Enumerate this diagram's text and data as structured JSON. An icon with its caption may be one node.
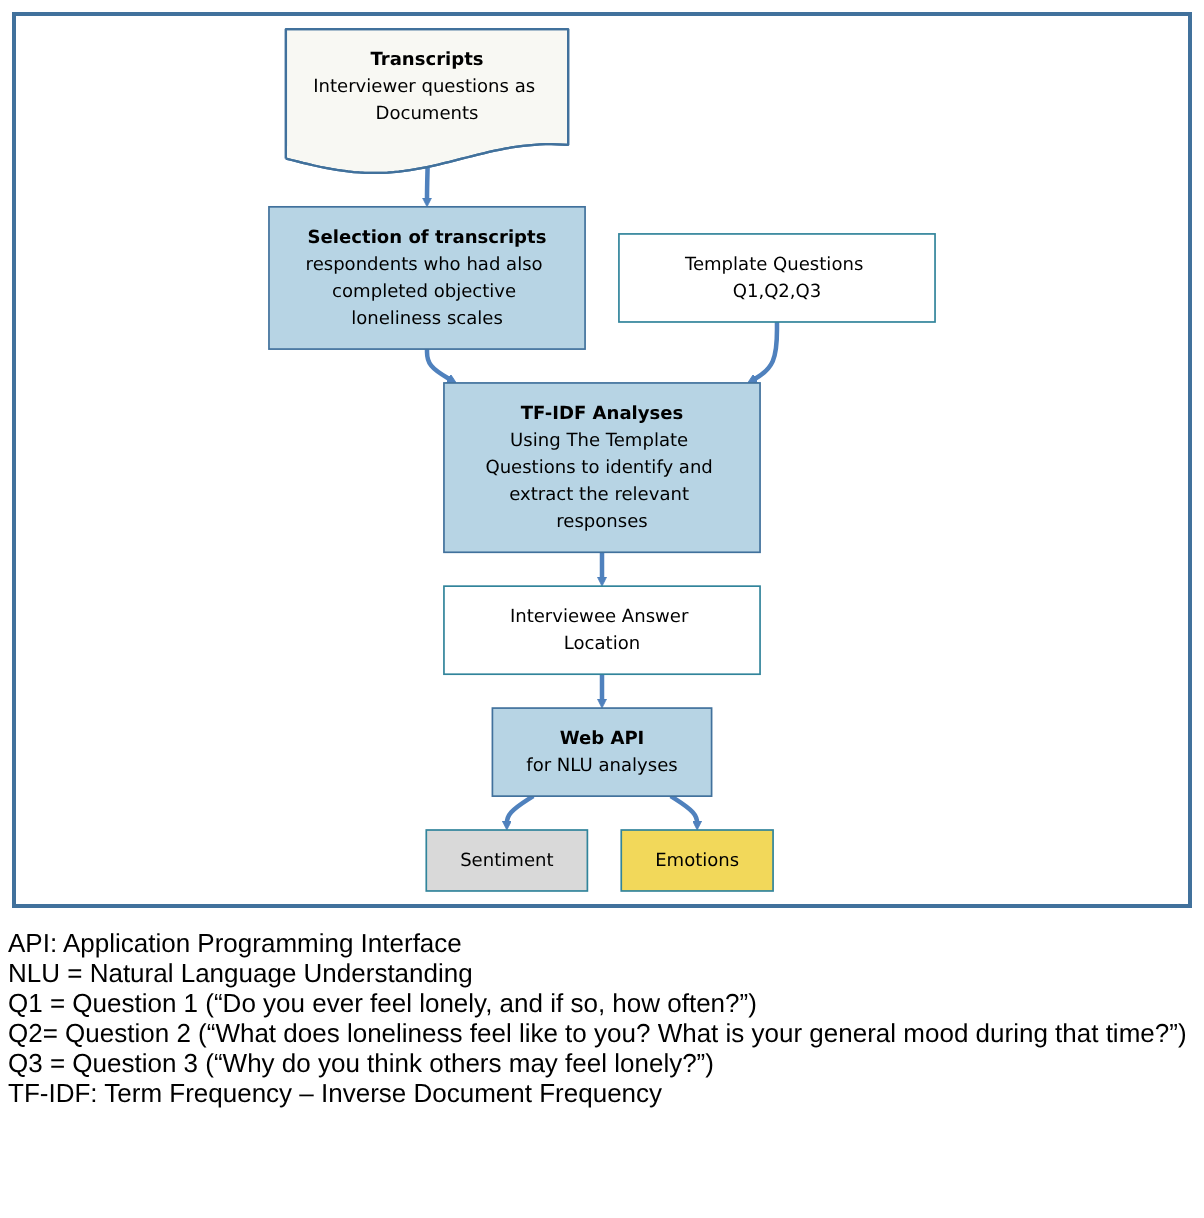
{
  "diagram": {
    "nodes": [
      {
        "text": [
          "Transcripts",
          "Interviewer questions as Documents"
        ]
      },
      {
        "text": [
          "Selection of transcripts",
          "respondents who had also completed objective loneliness scales"
        ]
      },
      {
        "text": [
          "Template Questions Q1,Q2,Q3"
        ]
      },
      {
        "text": [
          "TF-IDF Analyses",
          "Using The Template Questions to identify and extract the relevant responses"
        ]
      },
      {
        "text": [
          "Interviewee Answer Location"
        ]
      },
      {
        "text": [
          "Web API",
          "for NLU analyses"
        ]
      },
      {
        "text": [
          "Sentiment"
        ]
      },
      {
        "text": [
          "Emotions"
        ]
      }
    ],
    "edges": [
      {
        "from": 0,
        "to": 1,
        "arrow": "to"
      },
      {
        "from": 1,
        "to": 3,
        "arrow": "to"
      },
      {
        "from": 2,
        "to": 3,
        "arrow": "to"
      },
      {
        "from": 3,
        "to": 4,
        "arrow": "to"
      },
      {
        "from": 4,
        "to": 5,
        "arrow": "to"
      },
      {
        "from": 5,
        "to": 6,
        "arrow": "to"
      },
      {
        "from": 5,
        "to": 7,
        "arrow": "to"
      }
    ],
    "labels": [
      "API: Application Programming Interface",
      "NLU = Natural Language Understanding",
      "Q1 = Question 1 (“Do you ever feel lonely, and if so, how often?”)",
      "Q2= Question 2 (“What does loneliness feel like to you? What is your general mood during that time?”)",
      "Q3 = Question 3 (“Why do you think others may feel lonely?”)",
      "TF-IDF: Term Frequency – Inverse Document Frequency"
    ]
  }
}
